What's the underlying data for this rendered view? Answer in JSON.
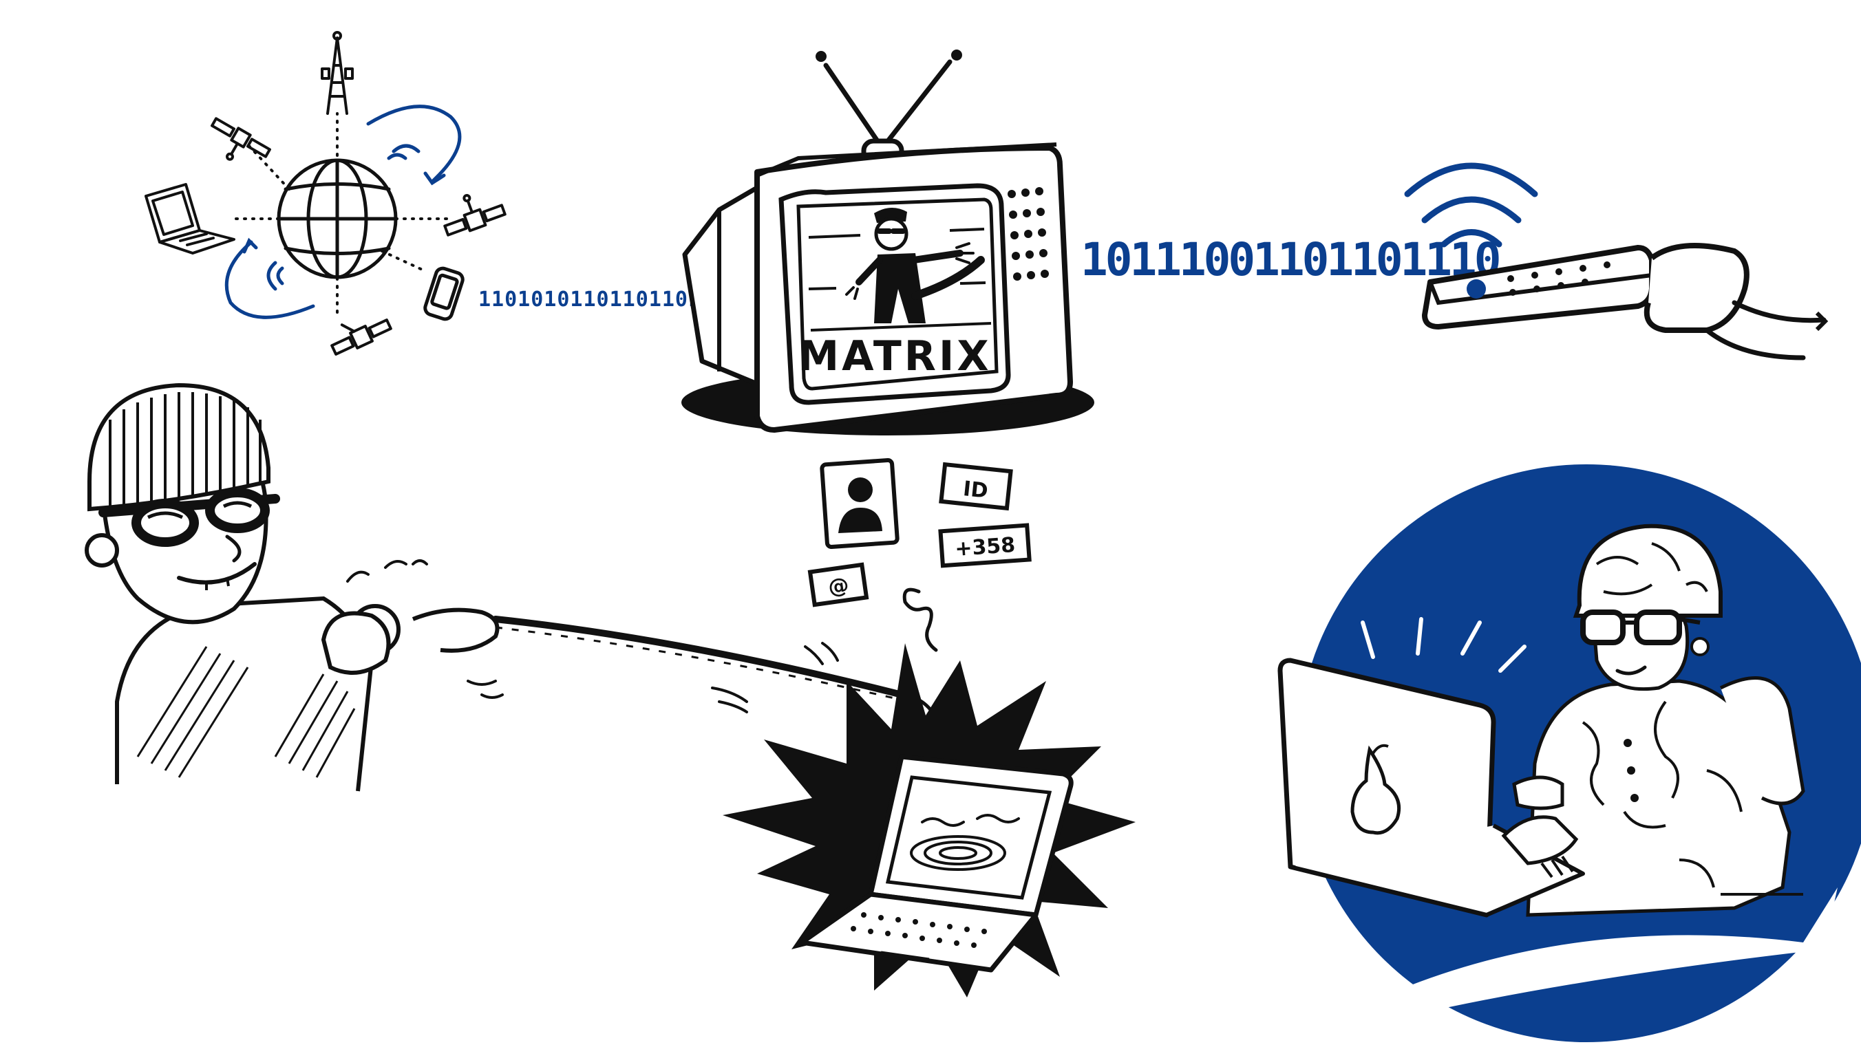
{
  "colors": {
    "ink": "#111111",
    "blue": "#0b3f8f",
    "paper": "#ffffff"
  },
  "tv": {
    "screen_title": "MATRIX"
  },
  "binary": {
    "small_stream": "11010101101101101",
    "large_stream": "10111001101101110"
  },
  "cards": {
    "id": "ID",
    "phone": "+358",
    "email": "@"
  },
  "icons": [
    "globe-icon",
    "laptop-icon",
    "satellite-icon",
    "radio-tower-icon",
    "phone-icon",
    "tv-icon",
    "remote-control-icon",
    "profile-card-icon",
    "fishing-rod-icon",
    "pear-logo-icon"
  ]
}
